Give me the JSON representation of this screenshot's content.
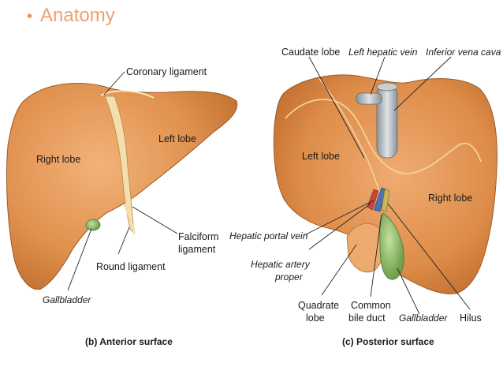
{
  "slide": {
    "bullet": "•",
    "title": "Anatomy"
  },
  "colors": {
    "liver_fill": "#e0924f",
    "liver_shade": "#c2702f",
    "liver_light": "#f1b47a",
    "gallbladder": "#8fbf6a",
    "vein": "#aeb6bc",
    "title": "#f0a06a"
  },
  "anterior": {
    "labels": {
      "coronary": "Coronary ligament",
      "right_lobe": "Right lobe",
      "left_lobe": "Left lobe",
      "falciform": [
        "Falciform",
        "ligament"
      ],
      "round": "Round ligament",
      "gallbladder": "Gallbladder"
    },
    "caption": "(b) Anterior surface"
  },
  "posterior": {
    "labels": {
      "caudate": "Caudate lobe",
      "left_hepatic_vein": "Left hepatic vein",
      "ivc": "Inferior vena cava",
      "left_lobe": "Left lobe",
      "right_lobe": "Right lobe",
      "portal_vein": "Hepatic portal vein",
      "hepatic_artery": [
        "Hepatic artery",
        "proper"
      ],
      "quadrate": [
        "Quadrate",
        "lobe"
      ],
      "bile_duct": [
        "Common",
        "bile duct"
      ],
      "gallbladder": "Gallbladder",
      "hilus": "Hilus"
    },
    "caption": "(c) Posterior surface"
  }
}
